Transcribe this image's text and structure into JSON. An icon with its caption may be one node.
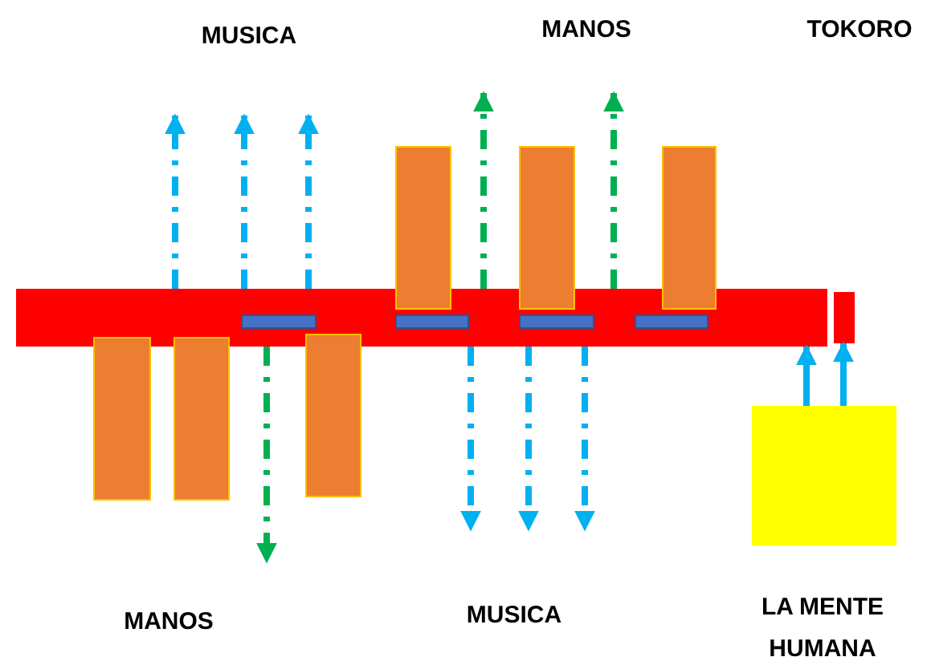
{
  "diagram": {
    "nodes": [
      {
        "text": [],
        "shape": "box"
      },
      {
        "text": [],
        "shape": "box"
      },
      {
        "text": [],
        "shape": "box"
      },
      {
        "text": [],
        "shape": "bar"
      },
      {
        "text": [],
        "shape": "box"
      },
      {
        "text": [],
        "shape": "bar",
        "in": 3
      },
      {
        "text": [],
        "shape": "bar",
        "in": 3
      },
      {
        "text": [],
        "shape": "bar",
        "in": 3
      },
      {
        "text": [],
        "shape": "bar",
        "in": 3
      },
      {
        "text": [],
        "shape": "box"
      },
      {
        "text": [],
        "shape": "box"
      },
      {
        "text": [],
        "shape": "box"
      },
      {
        "text": [],
        "shape": "box"
      }
    ],
    "edges": [
      {
        "from": 3,
        "to": null,
        "arrow": "to",
        "style": "dashed"
      },
      {
        "from": 3,
        "to": null,
        "arrow": "to",
        "style": "dashed"
      },
      {
        "from": 3,
        "to": null,
        "arrow": "to",
        "style": "dashed"
      },
      {
        "from": 3,
        "to": null,
        "arrow": "to",
        "style": "dashed",
        "color": "#00b050"
      },
      {
        "from": 3,
        "to": null,
        "arrow": "to",
        "style": "dashed",
        "color": "#00b050"
      },
      {
        "from": 3,
        "to": null,
        "arrow": "to",
        "style": "dashed",
        "color": "#00b050"
      },
      {
        "from": 3,
        "to": null,
        "arrow": "to",
        "style": "dashed"
      },
      {
        "from": 3,
        "to": null,
        "arrow": "to",
        "style": "dashed"
      },
      {
        "from": 3,
        "to": null,
        "arrow": "to",
        "style": "dashed"
      },
      {
        "from": 12,
        "to": 3,
        "arrow": "to"
      },
      {
        "from": 12,
        "to": 4,
        "arrow": "to"
      }
    ],
    "labels": [
      "MUSICA",
      "MANOS",
      "TOKORO",
      "MANOS",
      "MUSICA",
      "LA MENTE HUMANA"
    ]
  }
}
